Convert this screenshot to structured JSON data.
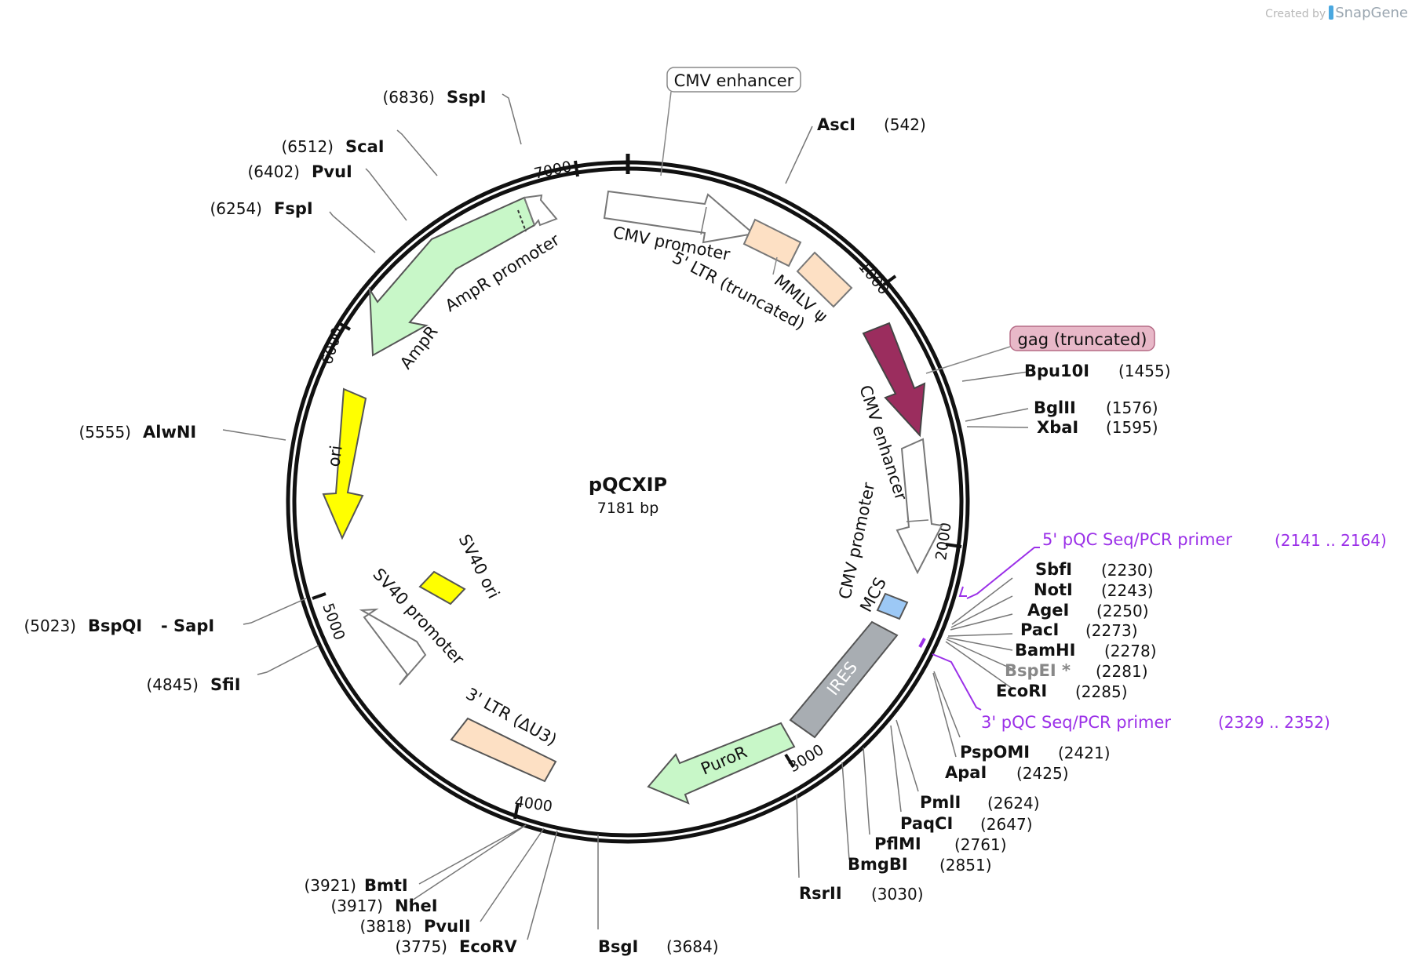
{
  "credit": {
    "prefix": "Created by",
    "brand": "SnapGene"
  },
  "plasmid": {
    "name": "pQCXIP",
    "size": "7181 bp"
  },
  "ticks": [
    "1000",
    "2000",
    "3000",
    "4000",
    "5000",
    "6000",
    "7000"
  ],
  "features": {
    "cmv_enhancer_top": "CMV enhancer",
    "cmv_promoter_top": "CMV promoter",
    "ltr5": "5' LTR (truncated)",
    "mmlv_psi": "MMLV ψ",
    "gag": "gag (truncated)",
    "cmv_enhancer_right": "CMV enhancer",
    "cmv_promoter_right": "CMV promoter",
    "mcs": "MCS",
    "ires": "IRES",
    "puror": "PuroR",
    "ltr3": "3' LTR (ΔU3)",
    "sv40_promoter": "SV40 promoter",
    "sv40_ori": "SV40 ori",
    "ori": "ori",
    "ampr": "AmpR",
    "ampr_promoter": "AmpR promoter"
  },
  "sites": [
    {
      "name": "SspI",
      "pos": "(6836)"
    },
    {
      "name": "ScaI",
      "pos": "(6512)"
    },
    {
      "name": "PvuI",
      "pos": "(6402)"
    },
    {
      "name": "FspI",
      "pos": "(6254)"
    },
    {
      "name": "AlwNI",
      "pos": "(5555)"
    },
    {
      "name": "BspQI",
      "pos": "(5023)",
      "extra": "- SapI"
    },
    {
      "name": "SfiI",
      "pos": "(4845)"
    },
    {
      "name": "AscI",
      "pos": "(542)"
    },
    {
      "name": "Bpu10I",
      "pos": "(1455)"
    },
    {
      "name": "BglII",
      "pos": "(1576)"
    },
    {
      "name": "XbaI",
      "pos": "(1595)"
    },
    {
      "name": "SbfI",
      "pos": "(2230)"
    },
    {
      "name": "NotI",
      "pos": "(2243)"
    },
    {
      "name": "AgeI",
      "pos": "(2250)"
    },
    {
      "name": "PacI",
      "pos": "(2273)"
    },
    {
      "name": "BamHI",
      "pos": "(2278)"
    },
    {
      "name": "BspEI *",
      "pos": "(2281)"
    },
    {
      "name": "EcoRI",
      "pos": "(2285)"
    },
    {
      "name": "PspOMI",
      "pos": "(2421)"
    },
    {
      "name": "ApaI",
      "pos": "(2425)"
    },
    {
      "name": "PmlI",
      "pos": "(2624)"
    },
    {
      "name": "PaqCI",
      "pos": "(2647)"
    },
    {
      "name": "PflMI",
      "pos": "(2761)"
    },
    {
      "name": "BmgBI",
      "pos": "(2851)"
    },
    {
      "name": "RsrII",
      "pos": "(3030)"
    },
    {
      "name": "BmtI",
      "pos": "(3921)"
    },
    {
      "name": "NheI",
      "pos": "(3917)"
    },
    {
      "name": "PvuII",
      "pos": "(3818)"
    },
    {
      "name": "EcoRV",
      "pos": "(3775)"
    },
    {
      "name": "BsgI",
      "pos": "(3684)"
    }
  ],
  "primers": [
    {
      "name": "5' pQC Seq/PCR primer",
      "range": "(2141 .. 2164)"
    },
    {
      "name": "3' pQC Seq/PCR primer",
      "range": "(2329 .. 2352)"
    }
  ],
  "colors": {
    "ltr": "#fde0c4",
    "ampr": "#c8f7c8",
    "ori": "#ffff00",
    "gag": "#9b2d5e",
    "mcs": "#9cc8f5",
    "ires": "#a8adb2",
    "primer": "#9b30e8",
    "gag_box": "#e8b8c8"
  }
}
